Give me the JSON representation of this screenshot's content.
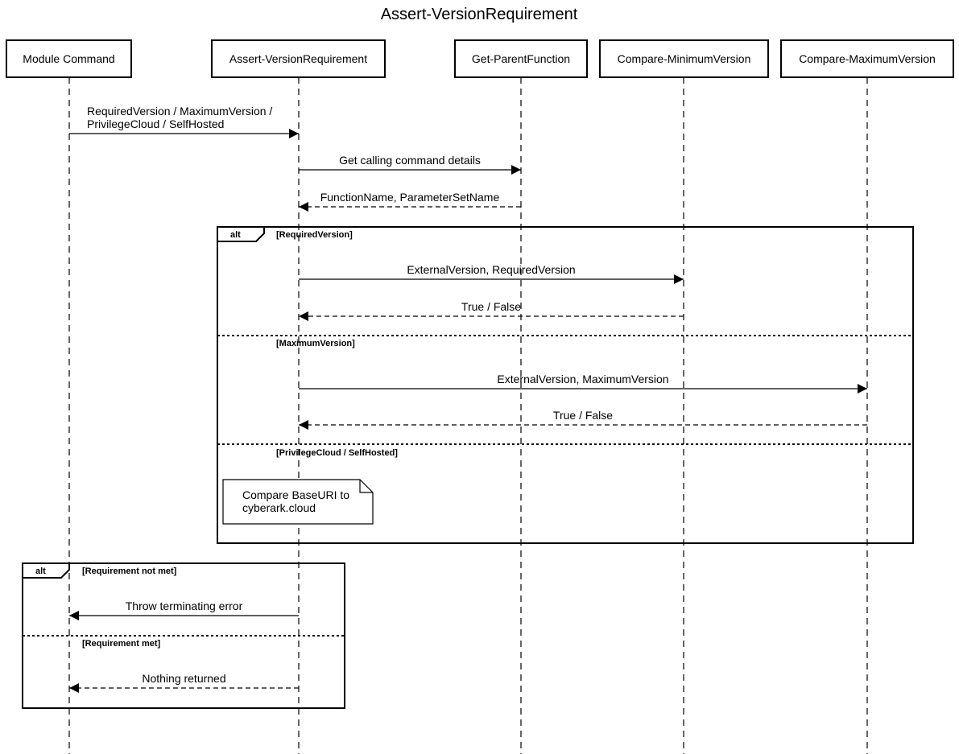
{
  "title": "Assert-VersionRequirement",
  "participants": [
    {
      "id": "module",
      "label": "Module Command"
    },
    {
      "id": "assert",
      "label": "Assert-VersionRequirement"
    },
    {
      "id": "getparent",
      "label": "Get-ParentFunction"
    },
    {
      "id": "cmpmin",
      "label": "Compare-MinimumVersion"
    },
    {
      "id": "cmpmax",
      "label": "Compare-MaximumVersion"
    }
  ],
  "messages": [
    {
      "from": "module",
      "to": "assert",
      "style": "solid",
      "lines": [
        "RequiredVersion / MaximumVersion /",
        "PrivilegeCloud / SelfHosted"
      ]
    },
    {
      "from": "assert",
      "to": "getparent",
      "style": "solid",
      "lines": [
        "Get calling command details"
      ]
    },
    {
      "from": "getparent",
      "to": "assert",
      "style": "dashed",
      "lines": [
        "FunctionName, ParameterSetName"
      ]
    },
    {
      "from": "assert",
      "to": "cmpmin",
      "style": "solid",
      "lines": [
        "ExternalVersion, RequiredVersion"
      ]
    },
    {
      "from": "cmpmin",
      "to": "assert",
      "style": "dashed",
      "lines": [
        "True / False"
      ]
    },
    {
      "from": "assert",
      "to": "cmpmax",
      "style": "solid",
      "lines": [
        "ExternalVersion, MaximumVersion"
      ]
    },
    {
      "from": "cmpmax",
      "to": "assert",
      "style": "dashed",
      "lines": [
        "True / False"
      ]
    },
    {
      "from": "assert",
      "to": "module",
      "style": "solid",
      "lines": [
        "Throw terminating error"
      ]
    },
    {
      "from": "assert",
      "to": "module",
      "style": "dashed",
      "lines": [
        "Nothing returned"
      ]
    }
  ],
  "fragments": [
    {
      "kind": "alt",
      "conditions": [
        "[RequiredVersion]",
        "[MaximumVersion]",
        "[PrivilegeCloud / SelfHosted]"
      ]
    },
    {
      "kind": "alt",
      "conditions": [
        "[Requirement not met]",
        "[Requirement met]"
      ]
    }
  ],
  "note": {
    "lines": [
      "Compare BaseURI to",
      "cyberark.cloud"
    ]
  }
}
